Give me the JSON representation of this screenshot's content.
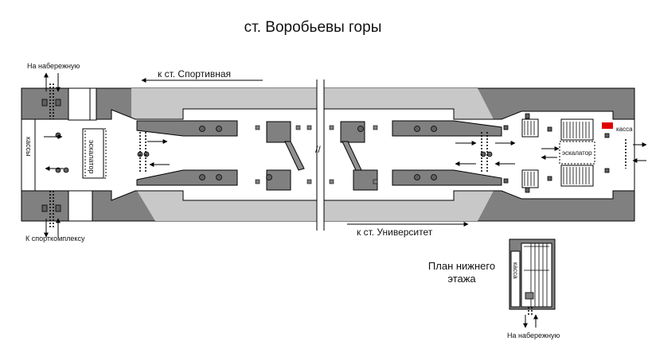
{
  "title": "ст. Воробьевы горы",
  "direction_top": "к ст. Спортивная",
  "direction_bottom": "к ст. Университет",
  "exit_top_left": "На набережную",
  "exit_bottom_left": "К спорткомплексу",
  "cashier_left": "кассы",
  "escalator_left": "эскалатор",
  "escalator_right": "эскалатор",
  "cashier_right": "касса",
  "lower_plan_title": "План нижнего этажа",
  "lower_plan_title_line1": "План нижнего",
  "lower_plan_title_line2": "этажа",
  "lower_plan_cashier": "касса",
  "lower_plan_exit": "На набережную",
  "colors": {
    "wall": "#808080",
    "platform_light": "#c8c8c8",
    "hall": "#ffffff",
    "ticket_office": "#e00000",
    "outline": "#000000"
  }
}
